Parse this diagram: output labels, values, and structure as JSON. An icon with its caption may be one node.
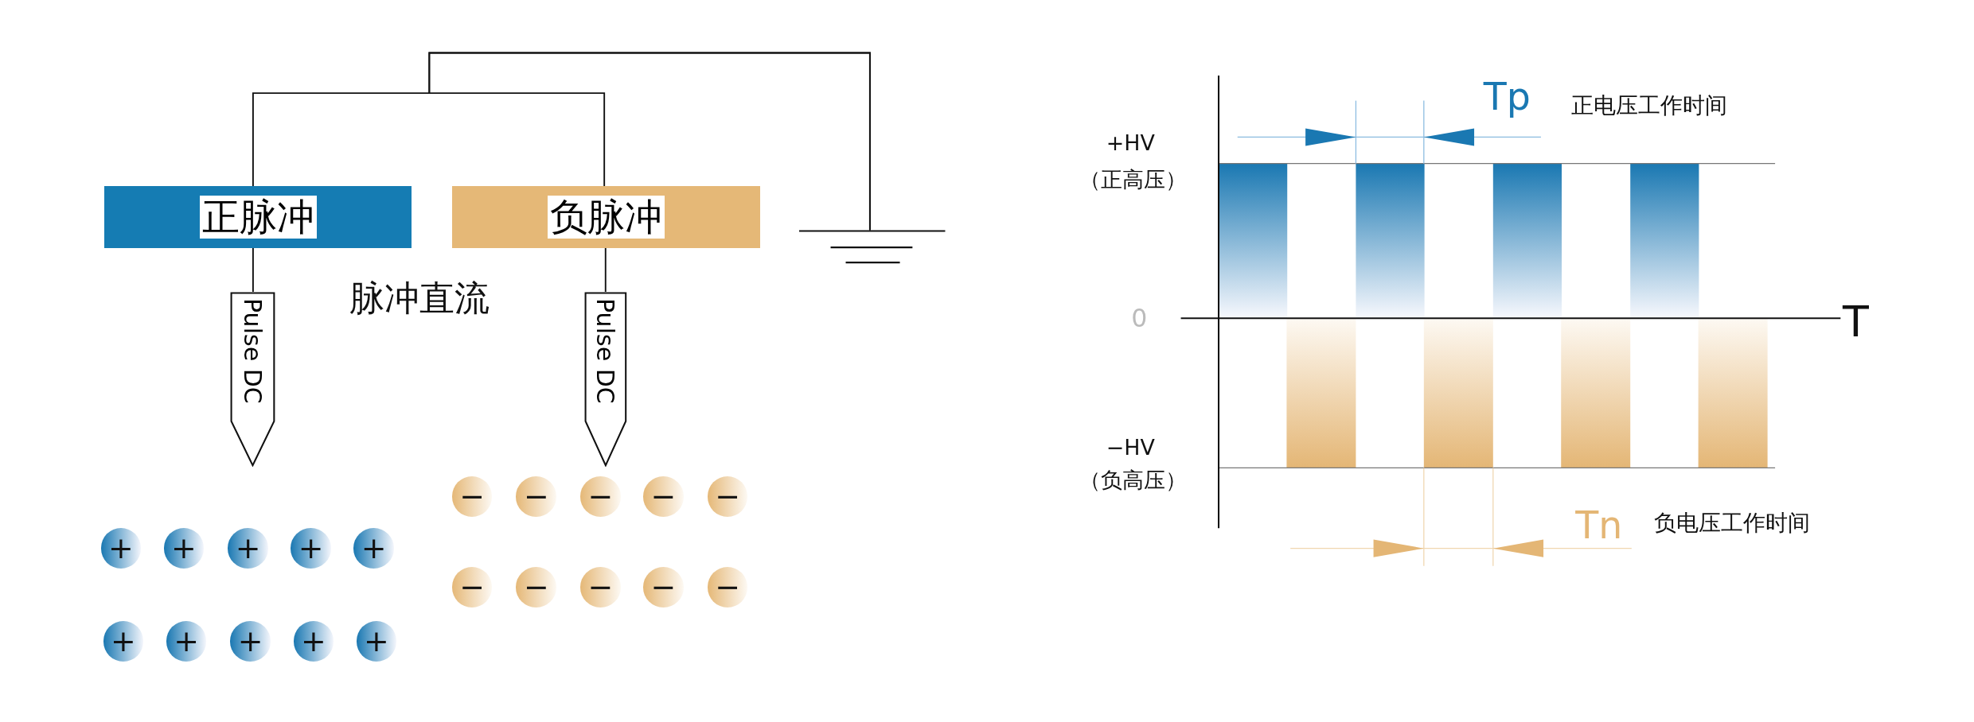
{
  "diagram": {
    "nodes": [
      {
        "text": [
          "正脉冲"
        ]
      },
      {
        "text": [
          "负脉冲"
        ]
      },
      {
        "text": [],
        "shape": "ground"
      },
      {
        "text": [
          "Pulse DC"
        ]
      },
      {
        "text": [
          "Pulse DC"
        ]
      },
      {
        "text": [
          "+"
        ]
      },
      {
        "text": [
          "+"
        ]
      },
      {
        "text": [
          "+"
        ]
      },
      {
        "text": [
          "+"
        ]
      },
      {
        "text": [
          "+"
        ]
      },
      {
        "text": [
          "+"
        ]
      },
      {
        "text": [
          "+"
        ]
      },
      {
        "text": [
          "+"
        ]
      },
      {
        "text": [
          "+"
        ]
      },
      {
        "text": [
          "+"
        ]
      },
      {
        "text": [
          "−"
        ]
      },
      {
        "text": [
          "−"
        ]
      },
      {
        "text": [
          "−"
        ]
      },
      {
        "text": [
          "−"
        ]
      },
      {
        "text": [
          "−"
        ]
      },
      {
        "text": [
          "−"
        ]
      },
      {
        "text": [
          "−"
        ]
      },
      {
        "text": [
          "−"
        ]
      },
      {
        "text": [
          "−"
        ]
      },
      {
        "text": [
          "−"
        ]
      }
    ],
    "edges": [
      {
        "from": 2,
        "to": 0,
        "arrow": "none"
      },
      {
        "from": 2,
        "to": 1,
        "arrow": "none"
      },
      {
        "from": 0,
        "to": 3,
        "arrow": "none"
      },
      {
        "from": 1,
        "to": 4,
        "arrow": "none"
      }
    ],
    "labels": [
      "脉冲直流",
      "Tp",
      "正电压工作时间",
      "+HV",
      "（正高压）",
      "0",
      "T",
      "−HV",
      "（负高压）",
      "Tn",
      "负电压工作时间"
    ]
  }
}
